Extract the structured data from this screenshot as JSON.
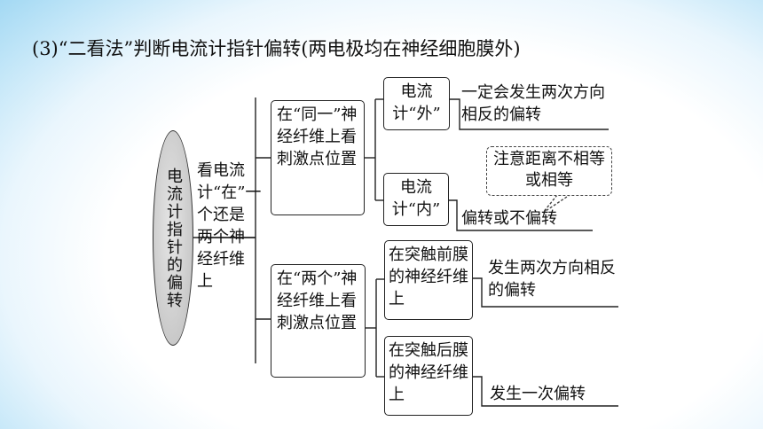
{
  "title": "(3)“二看法”判断电流计指针偏转(两电极均在神经细胞膜外)",
  "root": "电流计指针的偏转",
  "question": "看电流计“在”一个还是两个神经纤维上",
  "branch_same": {
    "label": "在“同一”神经纤维上看刺激点位置",
    "outside": {
      "label": "电流计“外”",
      "result": "一定会发生两次方向相反的偏转"
    },
    "inside": {
      "label": "电流计“内”",
      "result": "偏转或不偏转",
      "note": "注意距离不相等或相等"
    }
  },
  "branch_two": {
    "label": "在“两个”神经纤维上看刺激点位置",
    "pre": {
      "label": "在突触前膜的神经纤维上",
      "result": "发生两次方向相反的偏转"
    },
    "post": {
      "label": "在突触后膜的神经纤维上",
      "result": "发生一次偏转"
    }
  }
}
